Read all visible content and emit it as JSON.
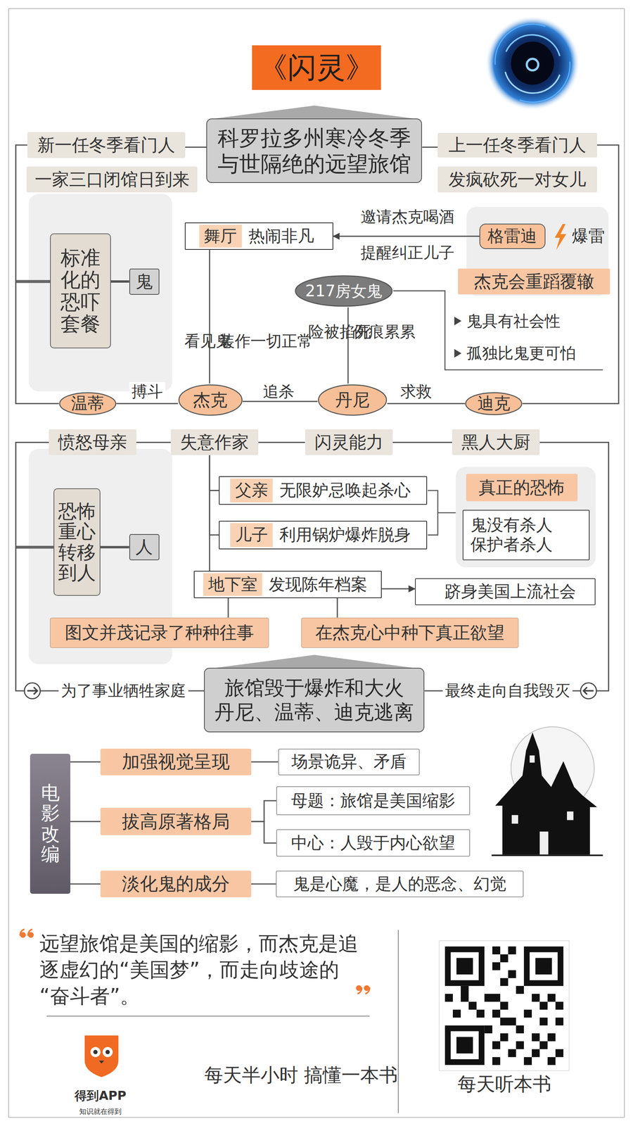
{
  "diagram": {
    "title": "《闪灵》",
    "caption": "远望旅馆是美国的缩影，而杰克是追 逐虚幻的“美国梦”，而走向歧途的 “奋斗者”。",
    "nodes": [
      {
        "text": [
          "科罗拉多州寒冷冬季 与世隔绝的远望旅馆"
        ]
      },
      {
        "text": [
          "新一任冬季看门人"
        ]
      },
      {
        "text": [
          "一家三口闭馆日到来"
        ]
      },
      {
        "text": [
          "上一任冬季看门人"
        ]
      },
      {
        "text": [
          "发疯砍死一对女儿"
        ]
      },
      {
        "text": [
          "标准化的恐吓套餐"
        ]
      },
      {
        "text": [
          "鬼"
        ]
      },
      {
        "text": [
          "舞厅",
          "热闹非凡"
        ]
      },
      {
        "text": [
          "格雷迪"
        ]
      },
      {
        "text": [
          "杰克会重蹈覆辙"
        ]
      },
      {
        "text": [
          "217房女鬼"
        ]
      },
      {
        "text": [
          "温蒂"
        ]
      },
      {
        "text": [
          "杰克"
        ]
      },
      {
        "text": [
          "丹尼"
        ]
      },
      {
        "text": [
          "迪克"
        ]
      },
      {
        "text": [
          "愤怒母亲"
        ]
      },
      {
        "text": [
          "失意作家"
        ]
      },
      {
        "text": [
          "闪灵能力"
        ]
      },
      {
        "text": [
          "黑人大厨"
        ]
      },
      {
        "text": [
          "恐怖重心转移到人"
        ]
      },
      {
        "text": [
          "人"
        ]
      },
      {
        "text": [
          "父亲",
          "无限妒忌唤起杀心"
        ]
      },
      {
        "text": [
          "儿子",
          "利用锅炉爆炸脱身"
        ]
      },
      {
        "text": [
          "真正的恐怖"
        ]
      },
      {
        "text": [
          "鬼没有杀人 保护者杀人"
        ]
      },
      {
        "text": [
          "地下室",
          "发现陈年档案"
        ]
      },
      {
        "text": [
          "跻身美国上流社会"
        ]
      },
      {
        "text": [
          "图文并茂记录了种种往事"
        ]
      },
      {
        "text": [
          "在杰克心中种下真正欲望"
        ]
      },
      {
        "text": [
          "旅馆毁于爆炸和大火 丹尼、温蒂、迪克逃离"
        ]
      },
      {
        "text": [
          "电影改编"
        ]
      },
      {
        "text": [
          "加强视觉呈现"
        ]
      },
      {
        "text": [
          "场景诡异、矛盾"
        ]
      },
      {
        "text": [
          "拔高原著格局"
        ]
      },
      {
        "text": [
          "母题：旅馆是美国缩影"
        ]
      },
      {
        "text": [
          "中心：人毁于内心欲望"
        ]
      },
      {
        "text": [
          "淡化鬼的成分"
        ]
      },
      {
        "text": [
          "鬼是心魔，是人的恶念、幻觉"
        ]
      }
    ],
    "edges": [
      {
        "from": 0,
        "to": 1,
        "arrow": "none"
      },
      {
        "from": 0,
        "to": 3,
        "arrow": "none"
      },
      {
        "from": 1,
        "to": 11,
        "arrow": "none"
      },
      {
        "from": 3,
        "to": 14,
        "arrow": "none"
      },
      {
        "from": 5,
        "to": 6,
        "arrow": "none"
      },
      {
        "from": 8,
        "to": 7,
        "arrow": "to"
      },
      {
        "from": 7,
        "to": 12,
        "arrow": "none"
      },
      {
        "from": 10,
        "to": 13,
        "arrow": "none"
      },
      {
        "from": 11,
        "to": 12,
        "label": "搏斗",
        "arrow": "none"
      },
      {
        "from": 12,
        "to": 13,
        "label": "追杀",
        "arrow": "none"
      },
      {
        "from": 13,
        "to": 14,
        "label": "求救",
        "arrow": "none"
      },
      {
        "from": 15,
        "to": 16,
        "arrow": "none"
      },
      {
        "from": 16,
        "to": 17,
        "arrow": "none"
      },
      {
        "from": 17,
        "to": 18,
        "arrow": "none"
      },
      {
        "from": 19,
        "to": 20,
        "arrow": "none"
      },
      {
        "from": 16,
        "to": 21,
        "arrow": "none"
      },
      {
        "from": 16,
        "to": 22,
        "arrow": "none"
      },
      {
        "from": 16,
        "to": 25,
        "arrow": "none"
      },
      {
        "from": 25,
        "to": 26,
        "arrow": "to"
      },
      {
        "from": 25,
        "to": 27,
        "arrow": "none"
      },
      {
        "from": 25,
        "to": 28,
        "arrow": "none"
      },
      {
        "from": 15,
        "to": 29,
        "label": "为了事业牺牲家庭",
        "arrow": "none"
      },
      {
        "from": 18,
        "to": 29,
        "label": "最终走向自我毁灭",
        "arrow": "none"
      },
      {
        "from": 30,
        "to": 31,
        "arrow": "none"
      },
      {
        "from": 30,
        "to": 33,
        "arrow": "none"
      },
      {
        "from": 30,
        "to": 36,
        "arrow": "none"
      },
      {
        "from": 31,
        "to": 32,
        "arrow": "none"
      },
      {
        "from": 33,
        "to": 34,
        "arrow": "none"
      },
      {
        "from": 33,
        "to": 35,
        "arrow": "none"
      },
      {
        "from": 36,
        "to": 37,
        "arrow": "none"
      }
    ],
    "labels": [
      "邀请杰克喝酒",
      "提醒纠正儿子",
      "爆雷",
      "看见鬼",
      "装作一切正常",
      "险被掐死",
      "伤痕累累",
      "鬼具有社会性",
      "孤独比鬼更可怕",
      "得到APP",
      "知识就在得到",
      "每天半小时 搞懂一本书",
      "每天听本书"
    ]
  }
}
